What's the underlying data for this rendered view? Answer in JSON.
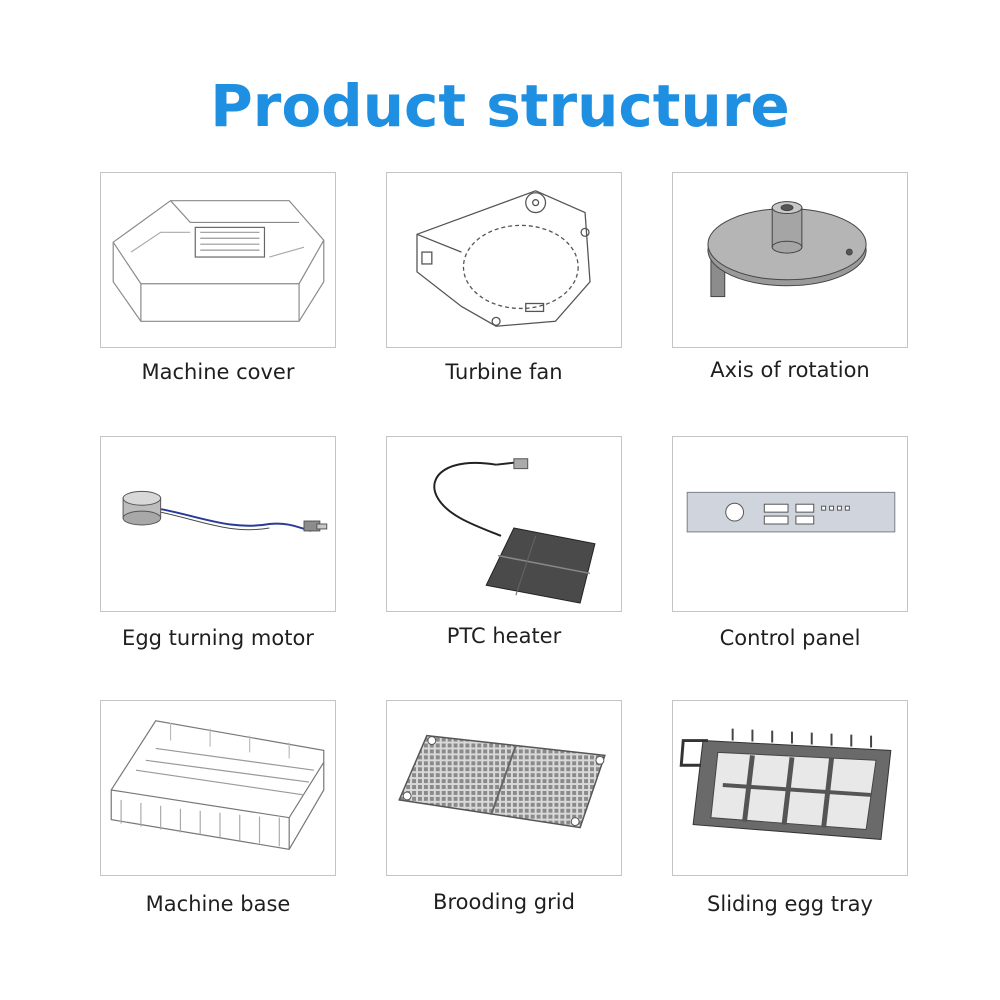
{
  "title": "Product structure",
  "colors": {
    "title": "#1e8fe1",
    "border": "#c4c4c4",
    "label": "#1f1f1f"
  },
  "parts": [
    {
      "label": "Machine cover",
      "icon": "machine-cover-icon"
    },
    {
      "label": "Turbine fan",
      "icon": "turbine-fan-icon"
    },
    {
      "label": "Axis of rotation",
      "icon": "axis-of-rotation-icon"
    },
    {
      "label": "Egg turning motor",
      "icon": "egg-turning-motor-icon"
    },
    {
      "label": "PTC heater",
      "icon": "ptc-heater-icon"
    },
    {
      "label": "Control panel",
      "icon": "control-panel-icon"
    },
    {
      "label": "Machine base",
      "icon": "machine-base-icon"
    },
    {
      "label": "Brooding grid",
      "icon": "brooding-grid-icon"
    },
    {
      "label": "Sliding egg tray",
      "icon": "sliding-egg-tray-icon"
    }
  ]
}
